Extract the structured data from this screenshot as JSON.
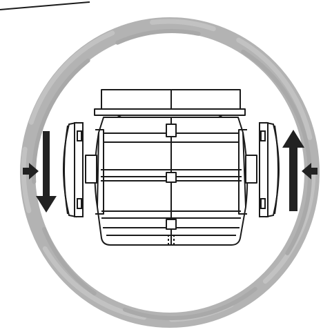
{
  "colors": {
    "background": "#ffffff",
    "ring": "#b3b3b3",
    "ink": "#1a1a1a",
    "arrow": "#222222"
  },
  "icons": {
    "top_line": "corner-rule-line",
    "ring": "brush-circle-frame",
    "unit": "robot-cleaner-body",
    "left_wheel": "left-side-brush-wheel",
    "right_wheel": "right-side-brush-wheel",
    "left_down": "arrow-down-icon",
    "left_in": "arrow-right-icon",
    "right_up": "arrow-up-icon",
    "right_in": "arrow-left-icon"
  }
}
